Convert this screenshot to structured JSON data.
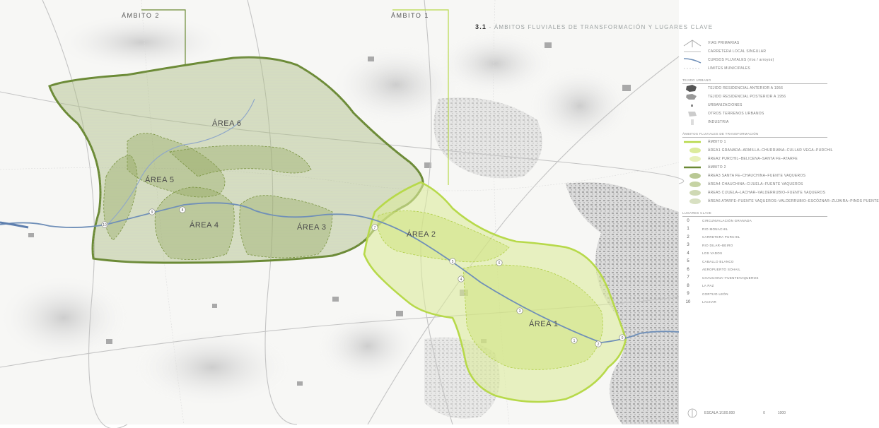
{
  "ambitos": {
    "ambito2": "ÁMBITO 2",
    "ambito1": "ÁMBITO 1"
  },
  "title": {
    "number": "3.1",
    "text": " - ÁMBITOS FLUVIALES DE TRANSFORMACIÓN Y LUGARES CLAVE"
  },
  "areas": [
    "ÁREA 1",
    "ÁREA 2",
    "ÁREA 3",
    "ÁREA 4",
    "ÁREA 5",
    "ÁREA 6"
  ],
  "place_markers": [
    "0",
    "1",
    "2",
    "3",
    "4",
    "5",
    "6",
    "7",
    "8",
    "9",
    "10"
  ],
  "legend": {
    "base": [
      "VIAS PRIMARIAS",
      "CARRETERA LOCAL SINGULAR",
      "CURSOS FLUVIALES (ríos / arroyos)",
      "LIMITES MUNICIPALES"
    ],
    "urban_head": "TEJIDO URBANO",
    "urban": [
      "TEJIDO RESIDENCIAL ANTERIOR A 1956",
      "TEJIDO RESIDENCIAL POSTERIOR A 1956",
      "URBANIZACIONES",
      "OTROS TERRENOS URBANOS",
      "INDUSTRIA"
    ],
    "ambitos_head": "ÁMBITOS FLUVIALES DE TRANSFORMACIÓN",
    "ambito1": "ÁMBITO 1",
    "ambito1_items": [
      "ÁREA1 GRANADA–ARMILLA–CHURRIANA–CULLAR VEGA–PURCHIL",
      "ÁREA2 PURCHIL–BELICENA–SANTA FE–ATARFE"
    ],
    "ambito2": "ÁMBITO 2",
    "ambito2_items": [
      "ÁREA3 SANTA FE–CHAUCHINA–FUENTE VAQUEROS",
      "ÁREA4 CHAUCHINA–CIJUELA–FUENTE VAQUEROS",
      "ÁREA5 CIJUELA–LACHAR–VALDERRUBIO–FUENTE VAQUEROS",
      "ÁREA6 ATARFE–FUENTE VAQUEROS–VALDERRUBIO–ESCÓZNAR–ZUJAIRA–PINOS PUENTE"
    ],
    "places_head": "LUGARES CLAVE",
    "places": [
      {
        "n": "0",
        "t": "CIRCUNVALACIÓN GRANADA"
      },
      {
        "n": "1",
        "t": "RIO MONACHIL"
      },
      {
        "n": "2",
        "t": "CARRETERA PURCHIL"
      },
      {
        "n": "3",
        "t": "RIO DILAR–BEIRO"
      },
      {
        "n": "4",
        "t": "LOS VADOS"
      },
      {
        "n": "5",
        "t": "CABALLO BLANCO"
      },
      {
        "n": "6",
        "t": "AEROPUERTO SOHAIL"
      },
      {
        "n": "7",
        "t": "CHAUCHINA–FUENTEVAQUEROS"
      },
      {
        "n": "8",
        "t": "LA PAZ"
      },
      {
        "n": "9",
        "t": "CORTIJO LEÓN"
      },
      {
        "n": "10",
        "t": "LACHAR"
      }
    ],
    "scale_text": "ESCALA 1/100.000",
    "scale_values": [
      "0",
      "1000"
    ]
  },
  "colors": {
    "ambito2_fill": "#a8b97a",
    "ambito2_stroke": "#6b8a35",
    "ambito1_fill": "#dceb9c",
    "ambito1_stroke": "#b7d94a",
    "river": "#6f8fb8"
  }
}
